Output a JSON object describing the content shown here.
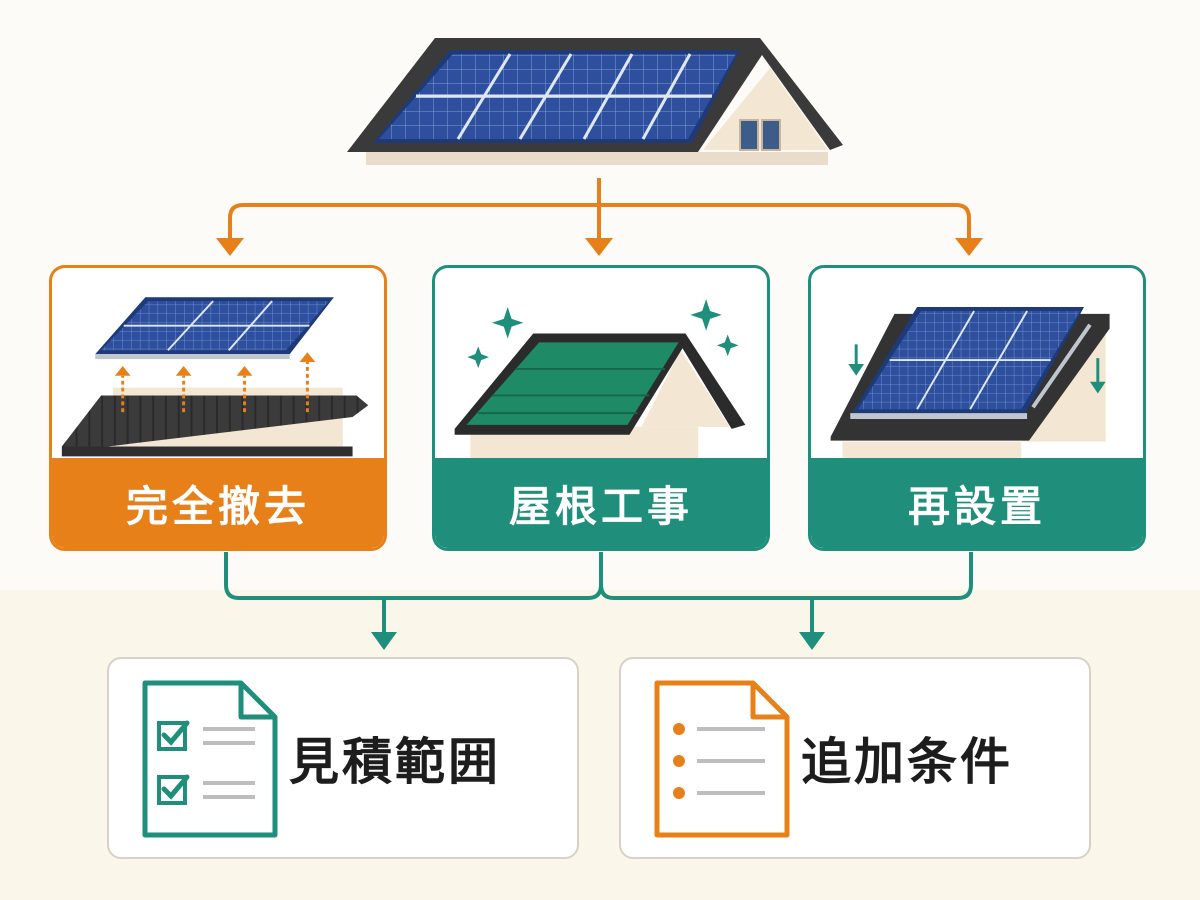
{
  "process_steps": [
    {
      "id": "full-removal",
      "label": "完全撤去",
      "color": "#e8801a"
    },
    {
      "id": "roof-work",
      "label": "屋根工事",
      "color": "#1f8f7c"
    },
    {
      "id": "reinstall",
      "label": "再設置",
      "color": "#1f8f7c"
    }
  ],
  "results": [
    {
      "id": "estimate-scope",
      "label": "見積範囲",
      "icon": "checklist-document-icon",
      "color": "#1f8f7c"
    },
    {
      "id": "additional-conditions",
      "label": "追加条件",
      "icon": "bullet-list-document-icon",
      "color": "#e8801a"
    }
  ],
  "colors": {
    "orange": "#e8801a",
    "teal": "#1f8f7c",
    "panel_blue": "#2a4a9a",
    "roof_dark": "#3a3a3a",
    "wall_beige": "#f3e6d3"
  }
}
